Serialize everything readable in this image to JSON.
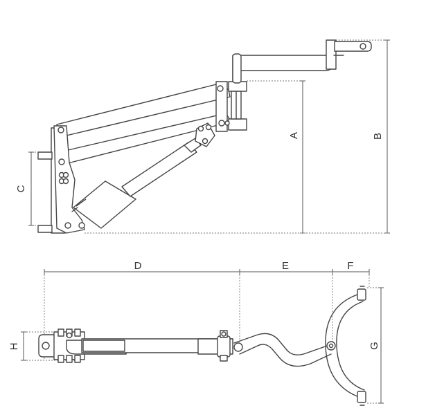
{
  "dimension_labels": {
    "a": "A",
    "b": "B",
    "c": "C",
    "d": "D",
    "e": "E",
    "f": "F",
    "g": "G",
    "h": "H"
  },
  "colors": {
    "line": "#444444",
    "background": "#ffffff"
  }
}
